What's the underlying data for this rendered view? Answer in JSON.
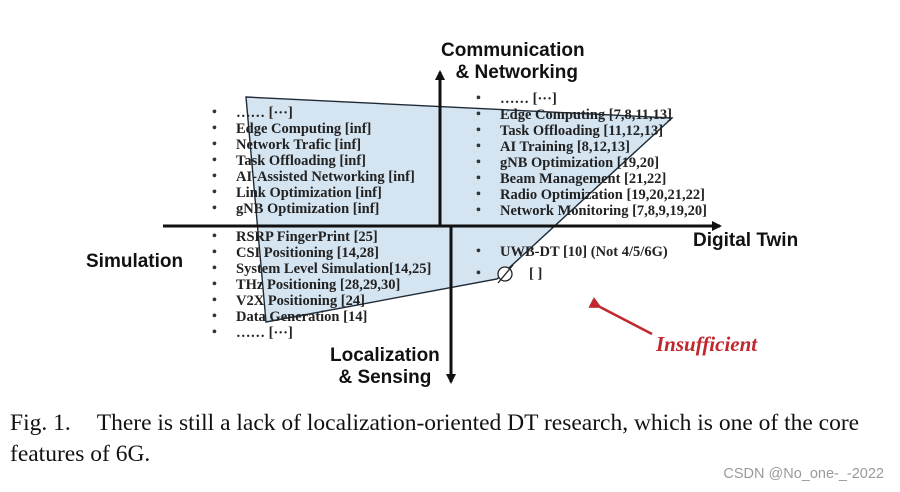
{
  "axes": {
    "top": [
      "Communication",
      "& Networking"
    ],
    "bottom": [
      "Localization",
      "& Sensing"
    ],
    "left": "Simulation",
    "right": "Digital Twin"
  },
  "quadrants": {
    "simulation_networking": [
      "……        [···]",
      "Edge Computing [inf]",
      "Network Trafic [inf]",
      "Task Offloading [inf]",
      "AI-Assisted Networking [inf]",
      "Link Optimization [inf]",
      "gNB Optimization [inf]"
    ],
    "dt_networking": [
      "……        [···]",
      "Edge Computing [7,8,11,13]",
      "Task Offloading [11,12,13]",
      "AI Training [8,12,13]",
      "gNB Optimization [19,20]",
      "Beam Management   [21,22]",
      "Radio Optimization   [19,20,21,22]",
      "Network Monitoring [7,8,9,19,20]"
    ],
    "simulation_localization": [
      "RSRP FingerPrint [25]",
      "CSI Positioning [14,28]",
      "System Level Simulation[14,25]",
      "THz Positioning [28,29,30]",
      "V2X Positioning [24]",
      "Data Generation [14]",
      "……        [···]"
    ],
    "dt_localization": [
      "UWB-DT  [10]   (Not 4/5/6G)",
      "        [ ]"
    ]
  },
  "annotation": "Insufficient",
  "caption": {
    "lead": "Fig. 1.",
    "text": "There is still a lack of localization-oriented DT research, which is one of the core features of 6G."
  },
  "watermark": "CSDN @No_one-_-2022",
  "colors": {
    "coverage_fill": "#cfe1f0",
    "coverage_stroke": "#1f2a36",
    "accent": "#c0282e"
  }
}
